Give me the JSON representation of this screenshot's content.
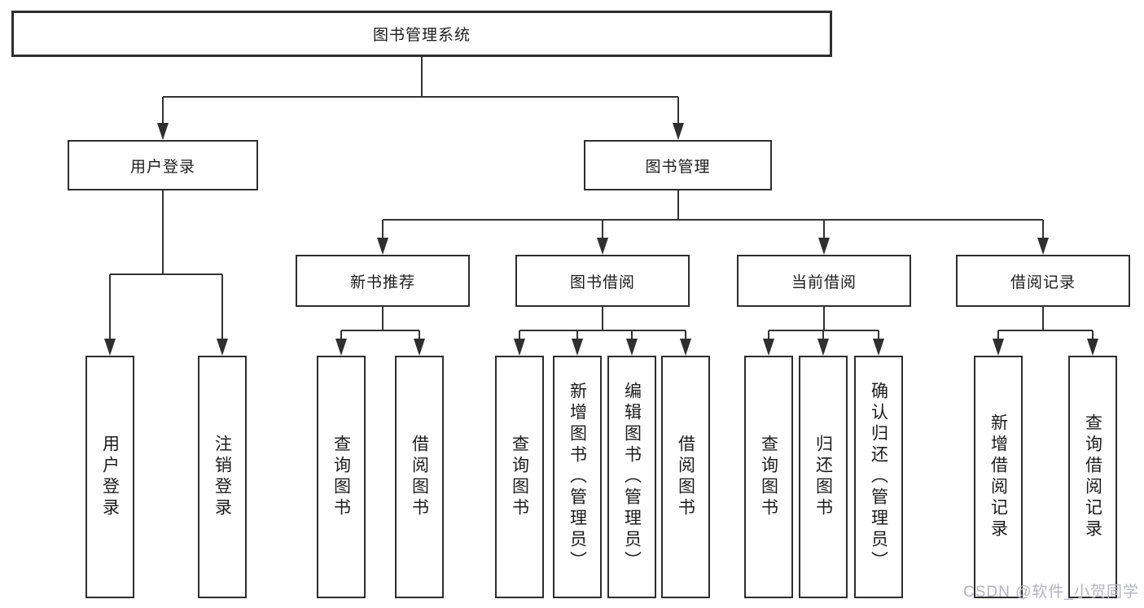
{
  "tree": {
    "root": {
      "label": "图书管理系统"
    },
    "branches": [
      {
        "label": "用户登录",
        "children": [
          {
            "label": "用户登录"
          },
          {
            "label": "注销登录"
          }
        ]
      },
      {
        "label": "图书管理",
        "children": [
          {
            "label": "新书推荐",
            "children": [
              {
                "label": "查询图书"
              },
              {
                "label": "借阅图书"
              }
            ]
          },
          {
            "label": "图书借阅",
            "children": [
              {
                "label": "查询图书"
              },
              {
                "label": "新增图书（管理员）"
              },
              {
                "label": "编辑图书（管理员）"
              },
              {
                "label": "借阅图书"
              }
            ]
          },
          {
            "label": "当前借阅",
            "children": [
              {
                "label": "查询图书"
              },
              {
                "label": "归还图书"
              },
              {
                "label": "确认归还（管理员）"
              }
            ]
          },
          {
            "label": "借阅记录",
            "children": [
              {
                "label": "新增借阅记录"
              },
              {
                "label": "查询借阅记录"
              }
            ]
          }
        ]
      }
    ]
  },
  "watermark": {
    "text": "CSDN @软件_小贺同学",
    "color": "#b3b3bd"
  },
  "colors": {
    "line": "#333333",
    "arrow": "#2f2f2f",
    "box_border": "#2e2e2e",
    "text": "#1c1c1c",
    "background": "#ffffff"
  }
}
